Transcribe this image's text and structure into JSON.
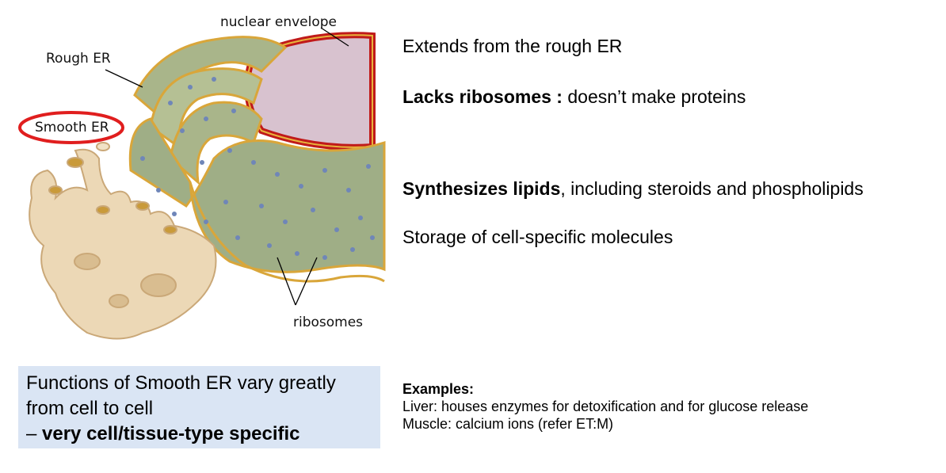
{
  "diagram": {
    "labels": {
      "nuclear_envelope": "nuclear envelope",
      "rough_er": "Rough ER",
      "smooth_er": "Smooth ER",
      "ribosomes": "ribosomes"
    },
    "highlight_color": "#e01e1e",
    "icons": [
      "smooth-er-illustration",
      "rough-er-illustration",
      "nucleus-illustration"
    ]
  },
  "points": {
    "p1": "Extends from the rough ER",
    "p2_bold": "Lacks ribosomes :",
    "p2_rest": " doesn’t make proteins",
    "p3_bold": "Synthesizes lipids",
    "p3_rest": ", including steroids and phospholipids",
    "p4": "Storage of cell-specific molecules"
  },
  "summary_box": {
    "line1": "Functions of Smooth ER vary greatly",
    "line2": "from cell to cell",
    "line3_prefix": "– ",
    "line3_bold": "very cell/tissue-type specific",
    "background": "#dae5f4"
  },
  "examples": {
    "heading": "Examples:",
    "liver": "Liver: houses enzymes for detoxification and for glucose release",
    "muscle": "Muscle: calcium ions (refer ET:M)"
  }
}
